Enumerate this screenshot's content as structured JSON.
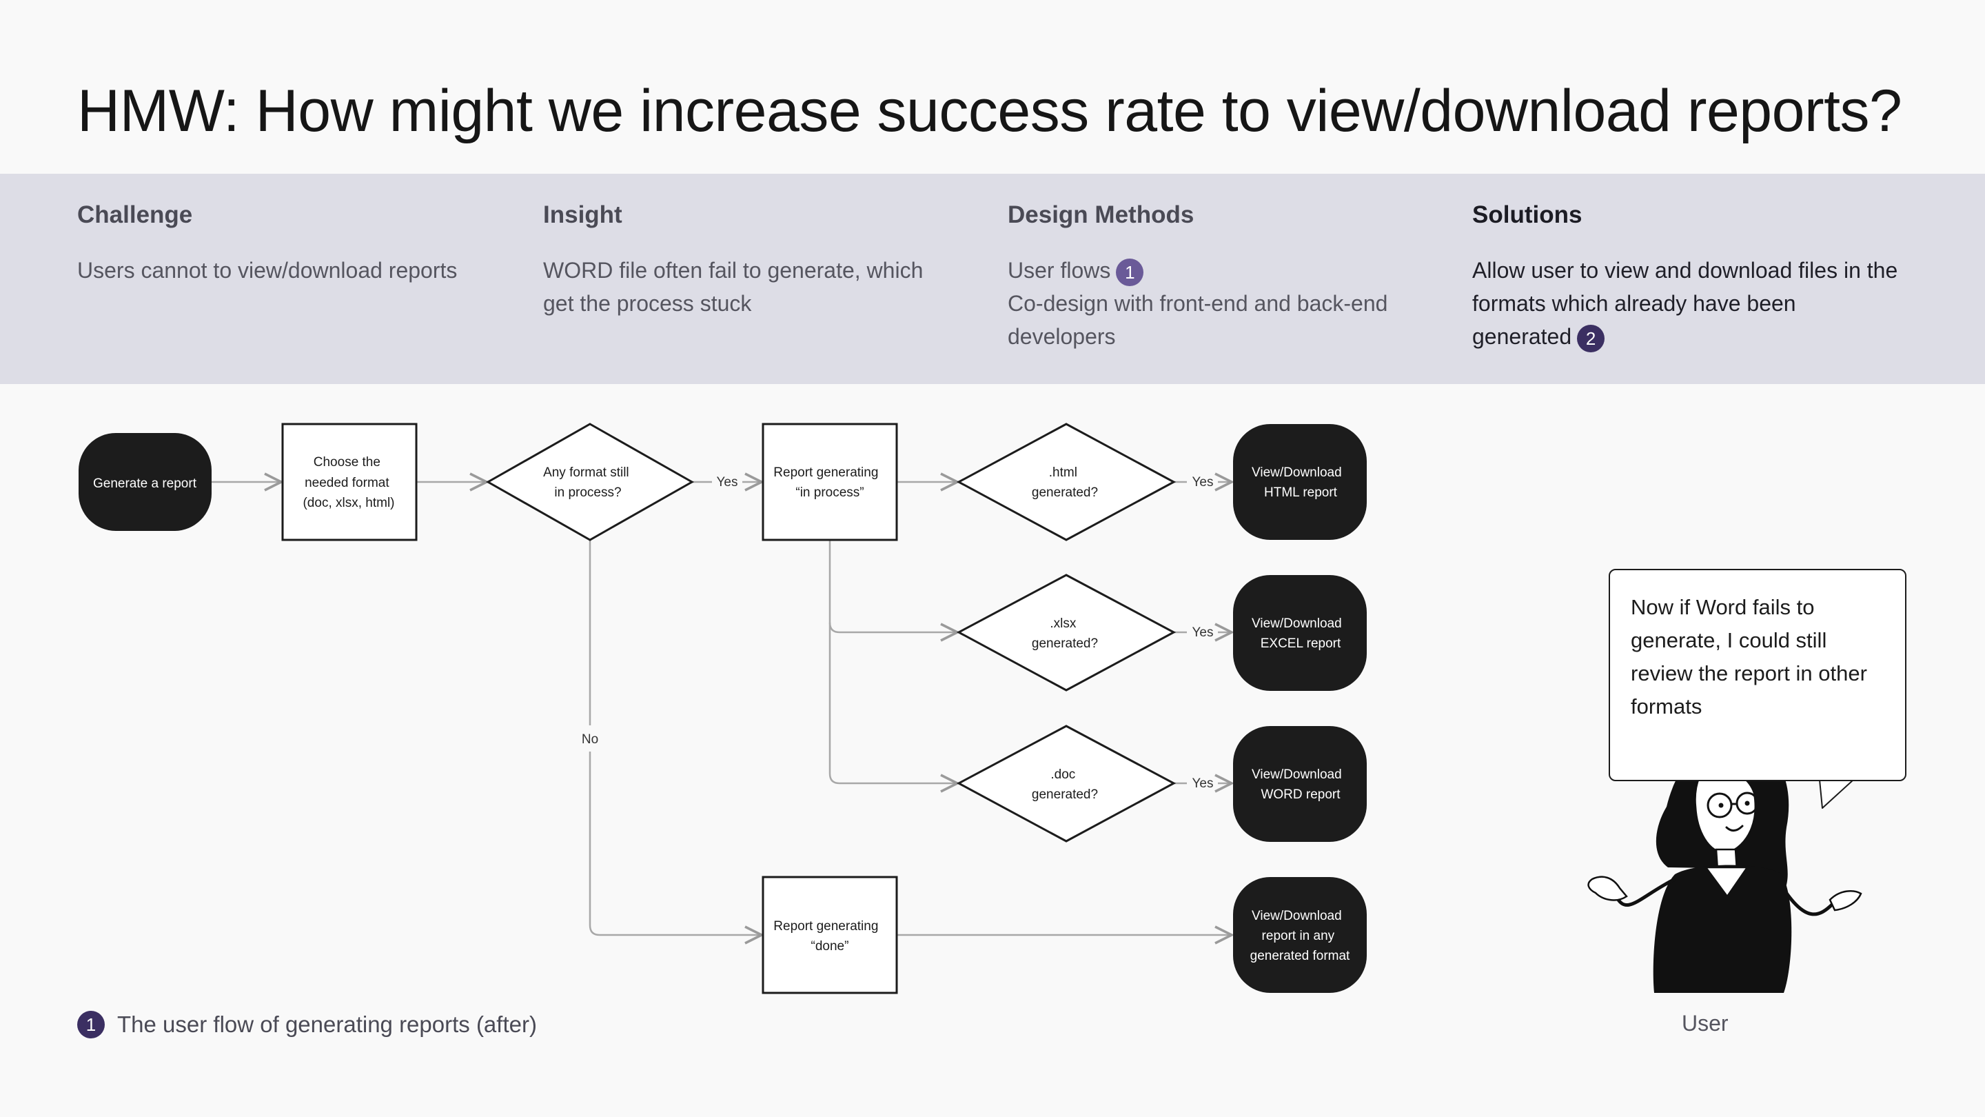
{
  "title": "HMW: How might we increase success rate to view/download reports?",
  "columns": {
    "challenge": {
      "heading": "Challenge",
      "text": "Users cannot to view/download reports"
    },
    "insight": {
      "heading": "Insight",
      "text": "WORD file often fail to generate, which get the process stuck"
    },
    "methods": {
      "heading": "Design Methods",
      "line1": "User flows",
      "badge": "1",
      "line2": "Co-design with front-end and back-end developers"
    },
    "solutions": {
      "heading": "Solutions",
      "text": "Allow user to view and download files in the formats which already have been generated",
      "badge": "2"
    }
  },
  "flow": {
    "start": "Generate a report",
    "choose": [
      "Choose the",
      "needed format",
      "(doc, xlsx, html)"
    ],
    "decision": [
      "Any format still",
      "in process?"
    ],
    "in_process": [
      "Report generating",
      "“in process”"
    ],
    "done": [
      "Report generating",
      "“done”"
    ],
    "html_q": [
      ".html",
      "generated?"
    ],
    "xlsx_q": [
      ".xlsx",
      "generated?"
    ],
    "doc_q": [
      ".doc",
      "generated?"
    ],
    "html_out": [
      "View/Download",
      "HTML report"
    ],
    "excel_out": [
      "View/Download",
      "EXCEL report"
    ],
    "word_out": [
      "View/Download",
      "WORD report"
    ],
    "any_out": [
      "View/Download",
      "report in any",
      "generated format"
    ],
    "yes": "Yes",
    "no": "No"
  },
  "footnote": {
    "badge": "1",
    "text": "The user flow of generating reports (after)"
  },
  "bubble": "Now if Word fails to generate,  I could still review the report in other formats",
  "user_label": "User",
  "colors": {
    "band": "#dddde6",
    "badge_light": "#6a5a98",
    "badge_dark": "#3b2f62",
    "node_dark": "#1c1c1c"
  }
}
